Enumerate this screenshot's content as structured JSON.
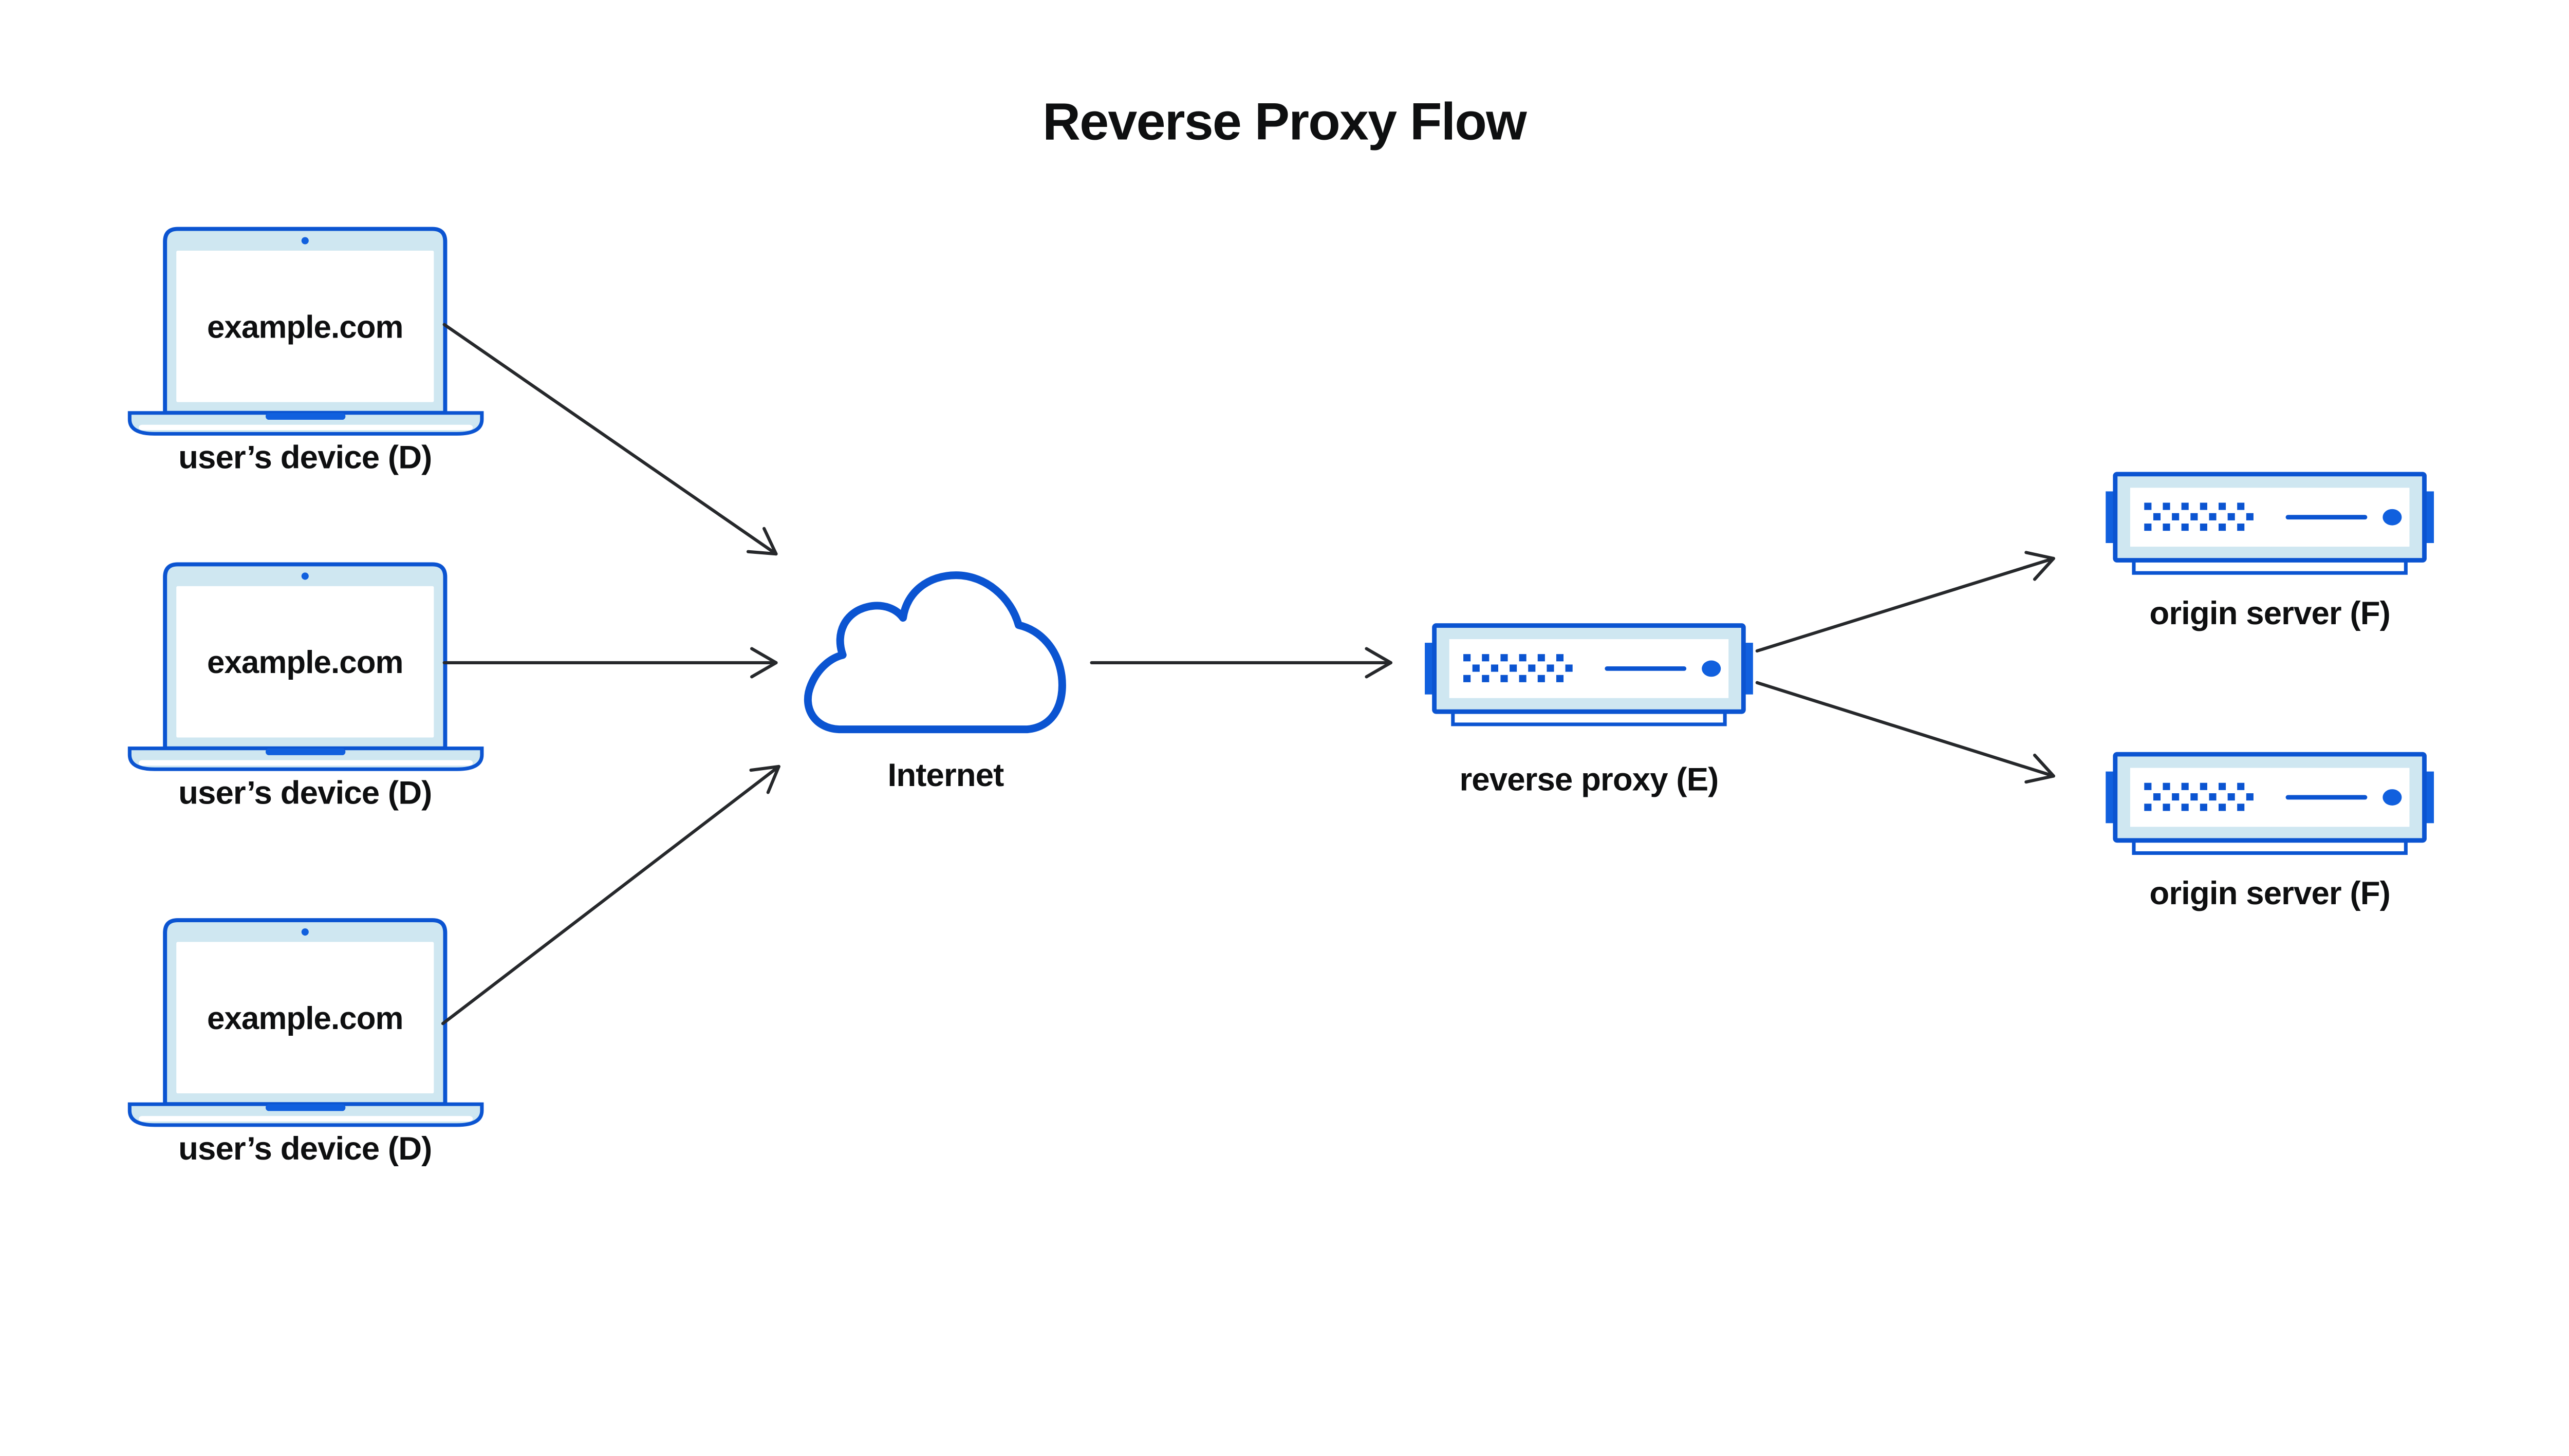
{
  "title": "Reverse Proxy Flow",
  "devices": [
    {
      "screen_text": "example.com",
      "label": "user’s device (D)"
    },
    {
      "screen_text": "example.com",
      "label": "user’s device (D)"
    },
    {
      "screen_text": "example.com",
      "label": "user’s device (D)"
    }
  ],
  "internet": {
    "label": "Internet"
  },
  "reverse_proxy": {
    "label": "reverse proxy (E)"
  },
  "origin_servers": [
    {
      "label": "origin server (F)"
    },
    {
      "label": "origin server (F)"
    }
  ],
  "colors": {
    "outline_blue": "#0b54d1",
    "accent_blue": "#1160de",
    "light_blue_fill": "#cfe7f1",
    "arrow_dark": "#26282b",
    "text_dark": "#0e0f10",
    "background": "#ffffff"
  }
}
